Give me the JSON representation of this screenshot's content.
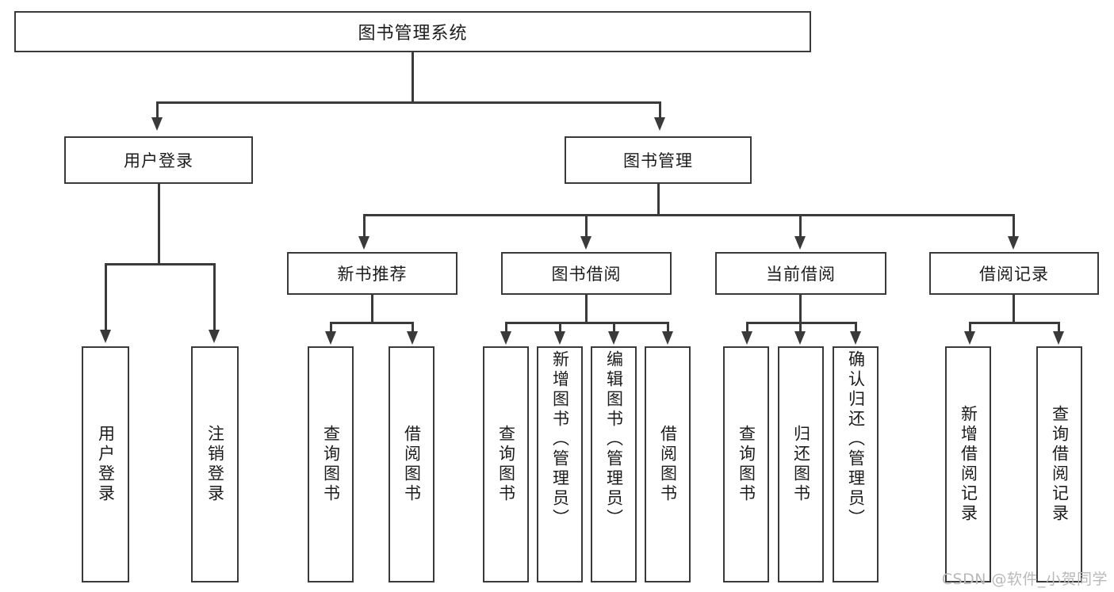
{
  "diagram": {
    "type": "tree-hierarchy",
    "title": "图书管理系统",
    "root": {
      "label": "图书管理系统"
    },
    "level1": [
      {
        "id": "user-login",
        "label": "用户登录"
      },
      {
        "id": "book-manage",
        "label": "图书管理"
      }
    ],
    "level2": [
      {
        "id": "new-book-recommend",
        "label": "新书推荐",
        "parent": "book-manage"
      },
      {
        "id": "book-borrow",
        "label": "图书借阅",
        "parent": "book-manage"
      },
      {
        "id": "current-borrow",
        "label": "当前借阅",
        "parent": "book-manage"
      },
      {
        "id": "borrow-record",
        "label": "借阅记录",
        "parent": "book-manage"
      }
    ],
    "leaves": {
      "user-login": [
        {
          "id": "leaf-user-login",
          "label": "用户登录"
        },
        {
          "id": "leaf-logout-login",
          "label": "注销登录"
        }
      ],
      "new-book-recommend": [
        {
          "id": "leaf-query-book-1",
          "label": "查询图书"
        },
        {
          "id": "leaf-borrow-book-1",
          "label": "借阅图书"
        }
      ],
      "book-borrow": [
        {
          "id": "leaf-query-book-2",
          "label": "查询图书"
        },
        {
          "id": "leaf-add-book",
          "label": "新增图书（管理员）"
        },
        {
          "id": "leaf-edit-book",
          "label": "编辑图书（管理员）"
        },
        {
          "id": "leaf-borrow-book-2",
          "label": "借阅图书"
        }
      ],
      "current-borrow": [
        {
          "id": "leaf-query-book-3",
          "label": "查询图书"
        },
        {
          "id": "leaf-return-book",
          "label": "归还图书"
        },
        {
          "id": "leaf-confirm-return",
          "label": "确认归还（管理员）"
        }
      ],
      "borrow-record": [
        {
          "id": "leaf-add-record",
          "label": "新增借阅记录"
        },
        {
          "id": "leaf-query-record",
          "label": "查询借阅记录"
        }
      ]
    }
  },
  "watermark": {
    "text": "CSDN @软件_小贺同学"
  },
  "colors": {
    "stroke": "#3a3a3a",
    "text": "#1c1c1c",
    "background": "#ffffff",
    "watermark": "#b9b9b9"
  }
}
